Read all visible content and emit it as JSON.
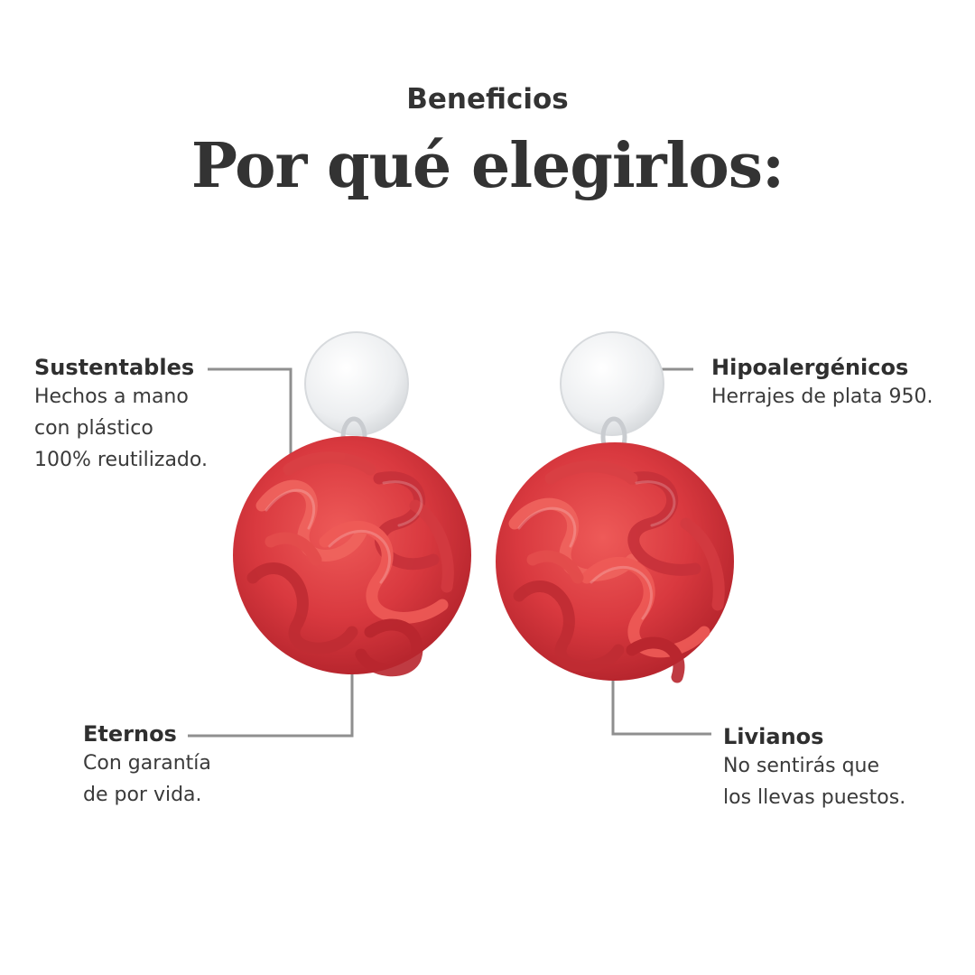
{
  "header": {
    "eyebrow": "Beneficios",
    "title": "Por qué elegirlos:"
  },
  "features": [
    {
      "title": "Sustentables",
      "lines": [
        "Hechos a mano",
        "con plástico",
        "100% reutilizado."
      ]
    },
    {
      "title": "Hipoalergénicos",
      "lines": [
        "Herrajes de plata 950."
      ]
    },
    {
      "title": "Eternos",
      "lines": [
        "Con garantía",
        "de por vida."
      ]
    },
    {
      "title": "Livianos",
      "lines": [
        "No sentirás que",
        "los llevas puestos."
      ]
    }
  ],
  "colors": {
    "text": "#333333",
    "leader_line": "#8f8f8f",
    "earring_red": "#d9393f",
    "stud_silver": "#eef0f2"
  }
}
